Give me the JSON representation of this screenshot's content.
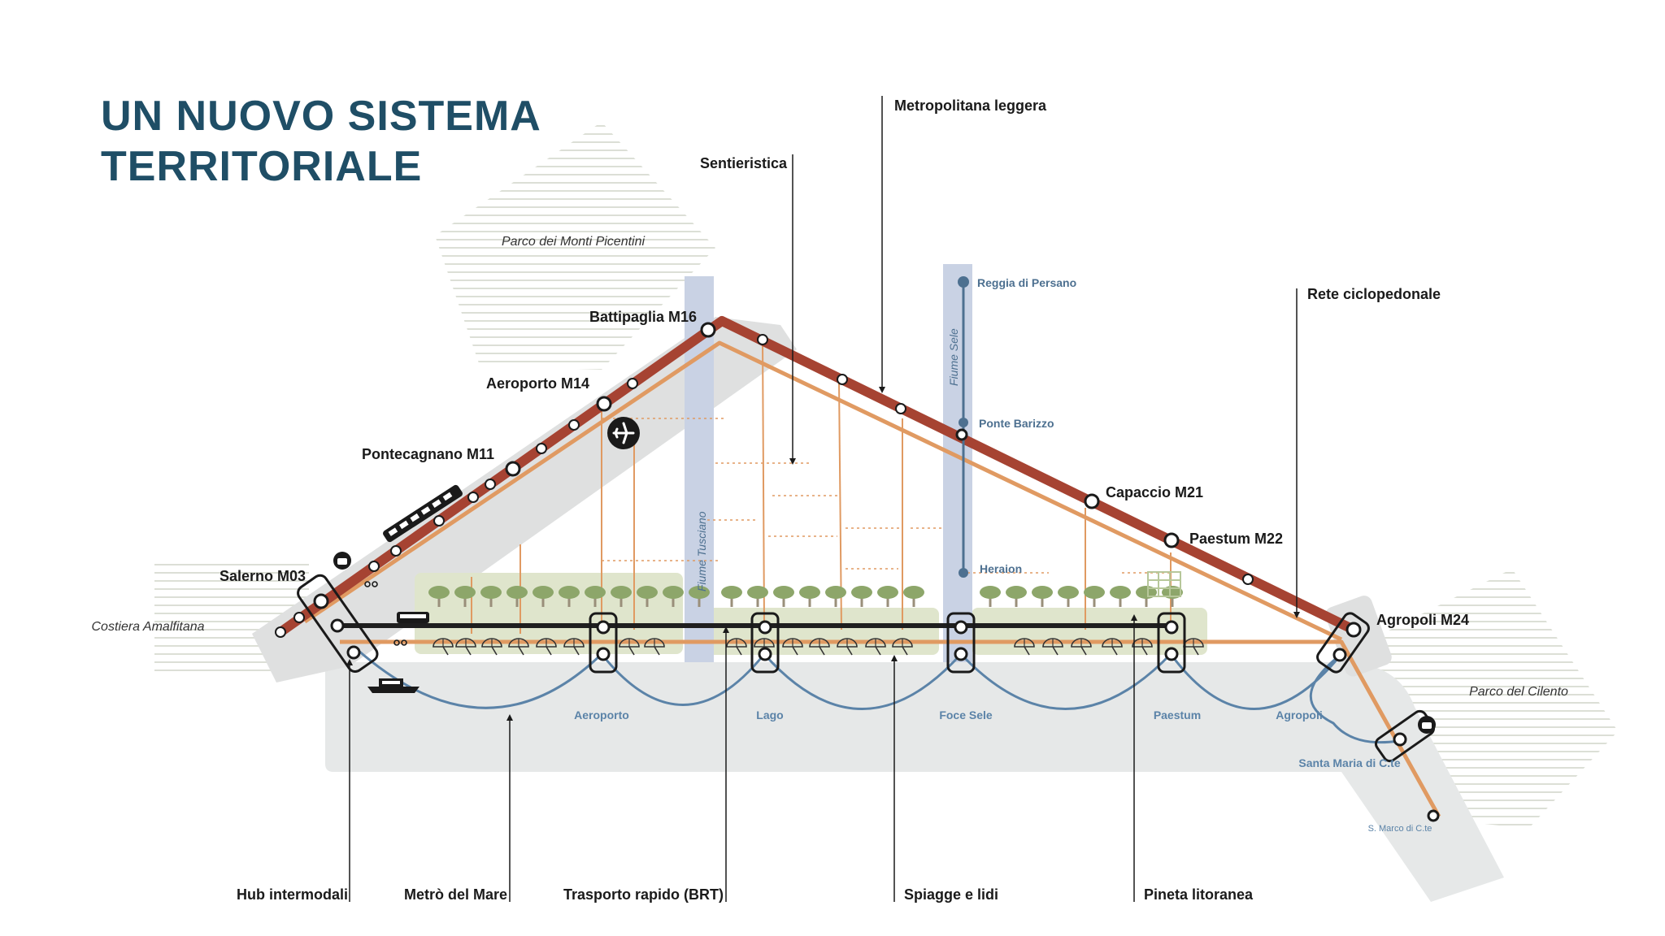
{
  "title": {
    "line1": "UN NUOVO SISTEMA",
    "line2": "TERRITORIALE"
  },
  "colors": {
    "title": "#1f4e66",
    "metro": "#a64332",
    "cycle": "#e09a62",
    "brt": "#1f1f1f",
    "sea_metro": "#5b83a8",
    "river": "#c9d2e4",
    "land": "#e6e8e8",
    "pinewood": "#dfe5cc",
    "tree": "#8da66a"
  },
  "parks": {
    "picentini": "Parco dei Monti Picentini",
    "amalfitana": "Costiera Amalfitana",
    "cilento": "Parco del Cilento"
  },
  "rivers": {
    "tusciano": "Fiume Tusciano",
    "sele": "Fiume Sele"
  },
  "metro_stations": {
    "salerno": "Salerno M03",
    "pontecagnano": "Pontecagnano M11",
    "aeroporto": "Aeroporto M14",
    "battipaglia": "Battipaglia M16",
    "capaccio": "Capaccio M21",
    "paestum": "Paestum M22",
    "agropoli": "Agropoli M24"
  },
  "sele_stops": {
    "persano": "Reggia di Persano",
    "barizzo": "Ponte Barizzo",
    "heraion": "Heraion"
  },
  "sea_stops": {
    "aeroporto": "Aeroporto",
    "lago": "Lago",
    "foce_sele": "Foce Sele",
    "paestum": "Paestum",
    "agropoli": "Agropoli",
    "santa_maria": "Santa Maria di C.te",
    "san_marco": "S. Marco di C.te"
  },
  "legend": {
    "metropolitana": "Metropolitana leggera",
    "sentieristica": "Sentieristica",
    "ciclopedonale": "Rete ciclopedonale",
    "hub": "Hub intermodali",
    "metro_mare": "Metrò del Mare",
    "brt": "Trasporto rapido (BRT)",
    "spiagge": "Spiagge e lidi",
    "pineta": "Pineta litoranea"
  }
}
